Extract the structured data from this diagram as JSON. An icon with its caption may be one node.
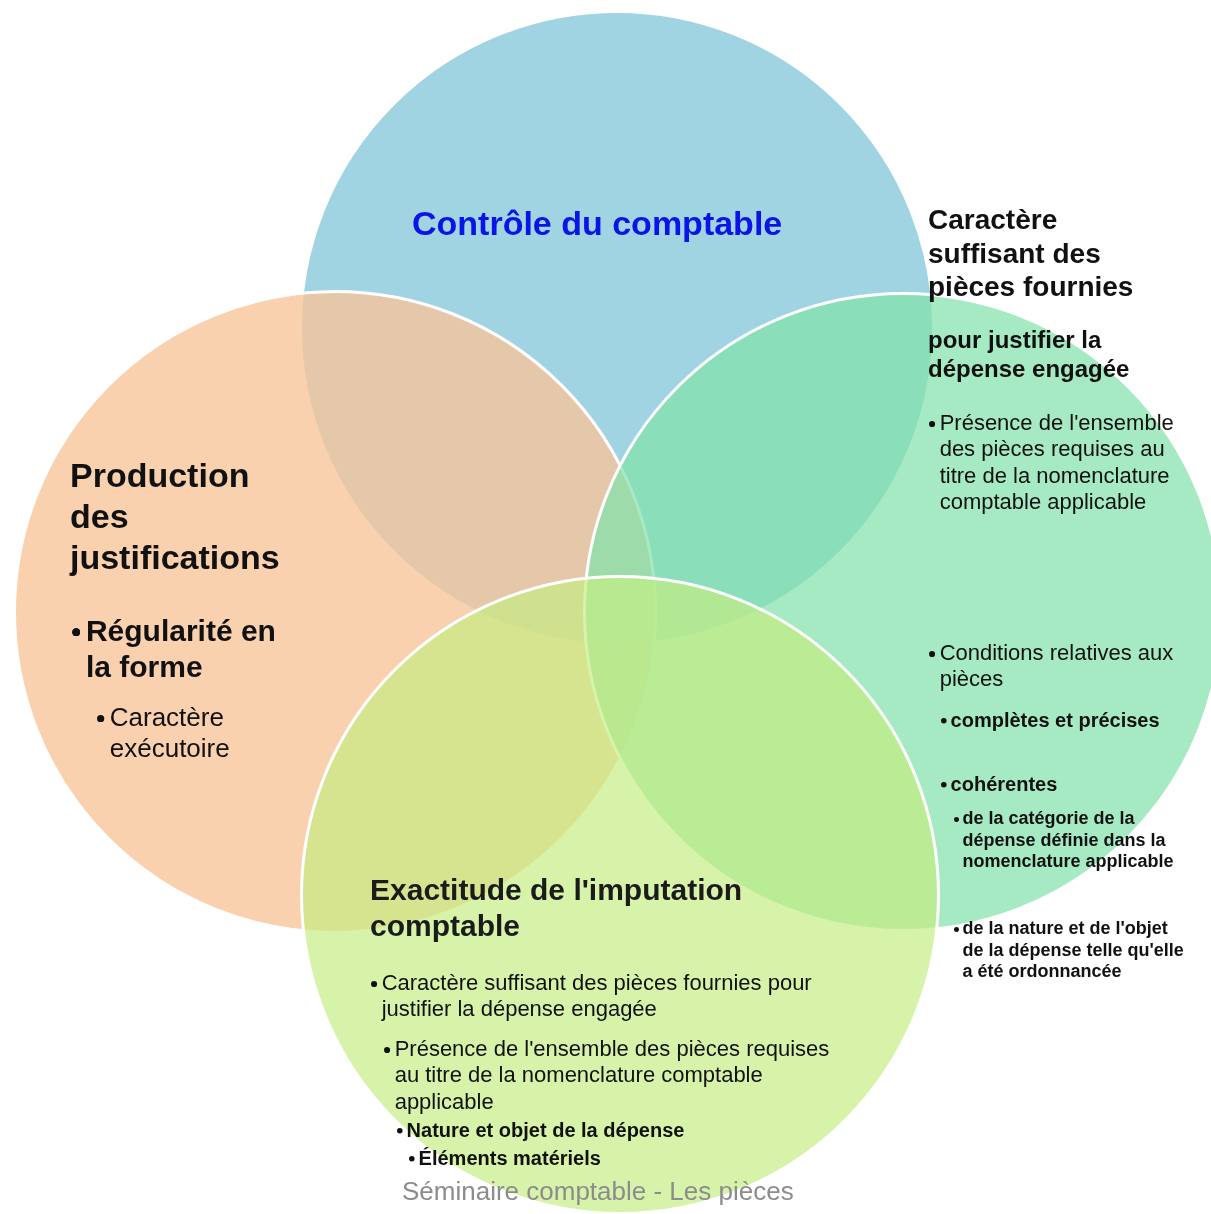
{
  "diagram": {
    "nodes": [
      {
        "text": [
          "Contrôle du comptable"
        ]
      },
      {
        "text": [
          "Production des justifications",
          "Régularité en la forme",
          "Caractère exécutoire"
        ]
      },
      {
        "text": [
          "Caractère suffisant des pièces fournies",
          "pour justifier la dépense engagée",
          "Présence de l'ensemble des pièces requises au titre de la nomenclature comptable applicable",
          "Conditions relatives aux pièces",
          "complètes et précises",
          "cohérentes",
          "de la catégorie de la dépense définie dans la nomenclature applicable",
          "de la nature et de l'objet de la dépense telle qu'elle a été ordonnancée"
        ]
      },
      {
        "text": [
          "Exactitude de l'imputation comptable",
          "Caractère suffisant des pièces fournies pour justifier la dépense engagée",
          "Présence de l'ensemble des pièces requises au titre de la nomenclature comptable applicable",
          "Nature et objet de la dépense",
          "Éléments matériels"
        ]
      }
    ],
    "labels": [
      "Séminaire comptable - Les pièces"
    ]
  }
}
